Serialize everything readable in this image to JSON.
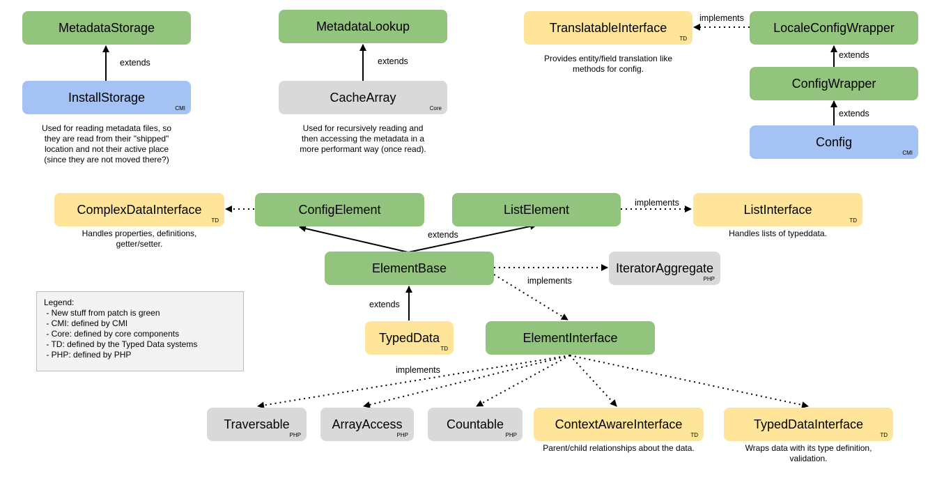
{
  "nodes": {
    "metadata_storage": {
      "label": "MetadataStorage",
      "tag": ""
    },
    "install_storage": {
      "label": "InstallStorage",
      "tag": "CMI"
    },
    "metadata_lookup": {
      "label": "MetadataLookup",
      "tag": ""
    },
    "cache_array": {
      "label": "CacheArray",
      "tag": "Core"
    },
    "translatable_interface": {
      "label": "TranslatableInterface",
      "tag": "TD"
    },
    "locale_config_wrapper": {
      "label": "LocaleConfigWrapper",
      "tag": ""
    },
    "config_wrapper": {
      "label": "ConfigWrapper",
      "tag": ""
    },
    "config": {
      "label": "Config",
      "tag": "CMI"
    },
    "complex_data_interface": {
      "label": "ComplexDataInterface",
      "tag": "TD"
    },
    "config_element": {
      "label": "ConfigElement",
      "tag": ""
    },
    "list_element": {
      "label": "ListElement",
      "tag": ""
    },
    "list_interface": {
      "label": "ListInterface",
      "tag": "TD"
    },
    "element_base": {
      "label": "ElementBase",
      "tag": ""
    },
    "iterator_aggregate": {
      "label": "IteratorAggregate",
      "tag": "PHP"
    },
    "typed_data": {
      "label": "TypedData",
      "tag": "TD"
    },
    "element_interface": {
      "label": "ElementInterface",
      "tag": ""
    },
    "traversable": {
      "label": "Traversable",
      "tag": "PHP"
    },
    "array_access": {
      "label": "ArrayAccess",
      "tag": "PHP"
    },
    "countable": {
      "label": "Countable",
      "tag": "PHP"
    },
    "context_aware_interface": {
      "label": "ContextAwareInterface",
      "tag": "TD"
    },
    "typed_data_interface": {
      "label": "TypedDataInterface",
      "tag": "TD"
    }
  },
  "edge_labels": {
    "storage_extends": "extends",
    "lookup_extends": "extends",
    "locale_implements": "implements",
    "wrapper_extends": "extends",
    "config_extends": "extends",
    "list_implements": "implements",
    "elements_extends": "extends",
    "base_implements": "implements",
    "typed_extends": "extends",
    "interface_implements": "implements"
  },
  "descriptions": {
    "install_storage": [
      "Used for reading metadata files, so",
      "they are read from their \"shipped\"",
      "location and not their active place",
      "(since they are not moved there?)"
    ],
    "cache_array": [
      "Used for recursively reading and",
      "then accessing the metadata in a",
      "more performant way (once read)."
    ],
    "translatable_interface": [
      "Provides entity/field translation like",
      "methods for config."
    ],
    "complex_data_interface": [
      "Handles properties, definitions,",
      "getter/setter."
    ],
    "list_interface": [
      "Handles lists of typeddata."
    ],
    "context_aware_interface": [
      "Parent/child relationships about the data."
    ],
    "typed_data_interface": [
      "Wraps data with its type definition,",
      "validation."
    ]
  },
  "legend": {
    "title": "Legend:",
    "items": [
      " - New stuff from patch is green",
      " - CMI: defined by CMI",
      " - Core: defined by core components",
      " - TD: defined by the Typed Data systems",
      " - PHP: defined by PHP"
    ]
  },
  "colors": {
    "green": "#93c47d",
    "blue": "#a4c2f4",
    "gray": "#d9d9d9",
    "yellow": "#ffe599"
  }
}
